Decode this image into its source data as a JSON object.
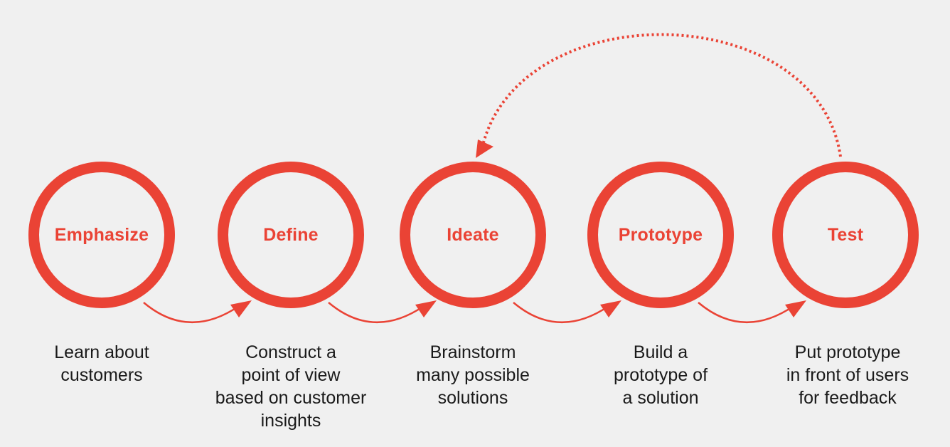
{
  "colors": {
    "accent": "#ea4335",
    "text": "#1a1a1a",
    "background": "#f0f0f0"
  },
  "stages": [
    {
      "title": "Emphasize",
      "caption": "Learn about\ncustomers"
    },
    {
      "title": "Define",
      "caption": "Construct a\npoint of view\nbased on customer\ninsights"
    },
    {
      "title": "Ideate",
      "caption": "Brainstorm\nmany possible\nsolutions"
    },
    {
      "title": "Prototype",
      "caption": "Build a\nprototype of\na solution"
    },
    {
      "title": "Test",
      "caption": "Put prototype\nin front of users\nfor feedback"
    }
  ],
  "connectors": [
    {
      "from": "Emphasize",
      "to": "Define",
      "style": "solid"
    },
    {
      "from": "Define",
      "to": "Ideate",
      "style": "solid"
    },
    {
      "from": "Ideate",
      "to": "Prototype",
      "style": "solid"
    },
    {
      "from": "Prototype",
      "to": "Test",
      "style": "solid"
    },
    {
      "from": "Test",
      "to": "Ideate",
      "style": "dotted"
    }
  ]
}
